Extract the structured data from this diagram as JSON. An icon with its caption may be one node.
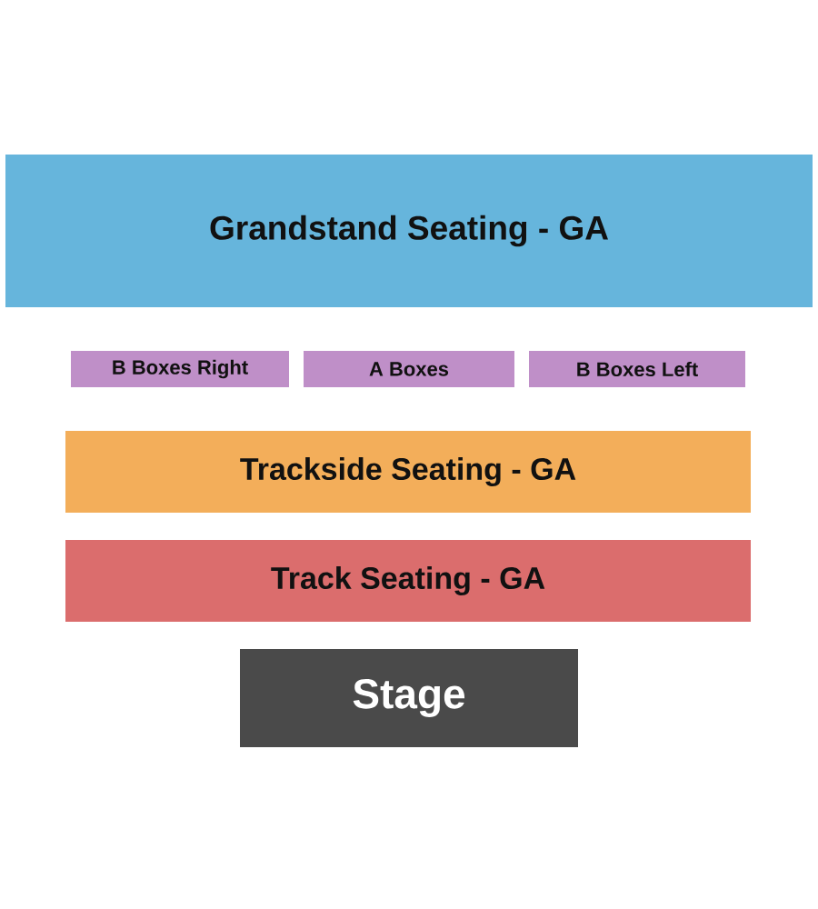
{
  "diagram": {
    "nodes": [
      {
        "text": [
          "Grandstand Seating - GA"
        ]
      },
      {
        "text": [
          "B Boxes Right"
        ]
      },
      {
        "text": [
          "A Boxes"
        ]
      },
      {
        "text": [
          "B Boxes Left"
        ]
      },
      {
        "text": [
          "Trackside Seating - GA"
        ]
      },
      {
        "text": [
          "Track Seating - GA"
        ]
      },
      {
        "text": [
          "Stage"
        ]
      }
    ]
  }
}
